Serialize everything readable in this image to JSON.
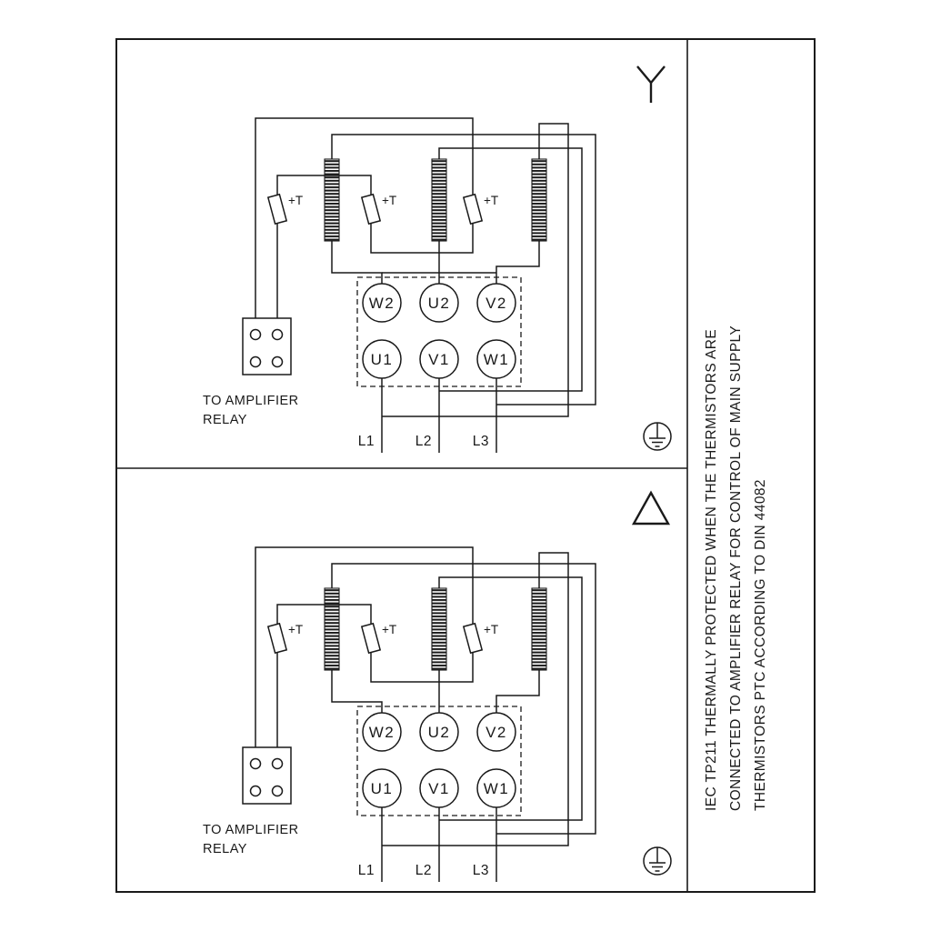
{
  "diagram": {
    "terminals_top": [
      "W2",
      "U2",
      "V2"
    ],
    "terminals_bottom": [
      "U1",
      "V1",
      "W1"
    ],
    "thermistor_label": "+T",
    "relay_caption": [
      "TO AMPLIFIER",
      "RELAY"
    ],
    "supply_lines": [
      "L1",
      "L2",
      "L3"
    ],
    "symbols": {
      "top_panel": "star",
      "bottom_panel": "delta"
    }
  },
  "right_note": {
    "line1": "IEC TP211 THERMALLY PROTECTED WHEN THE THERMISTORS ARE",
    "line2": "CONNECTED TO AMPLIFIER RELAY FOR CONTROL OF MAIN SUPPLY",
    "line3": "THERMISTORS PTC ACCORDING TO DIN 44082"
  },
  "colors": {
    "line": "#1a1a1a",
    "background": "#ffffff"
  }
}
